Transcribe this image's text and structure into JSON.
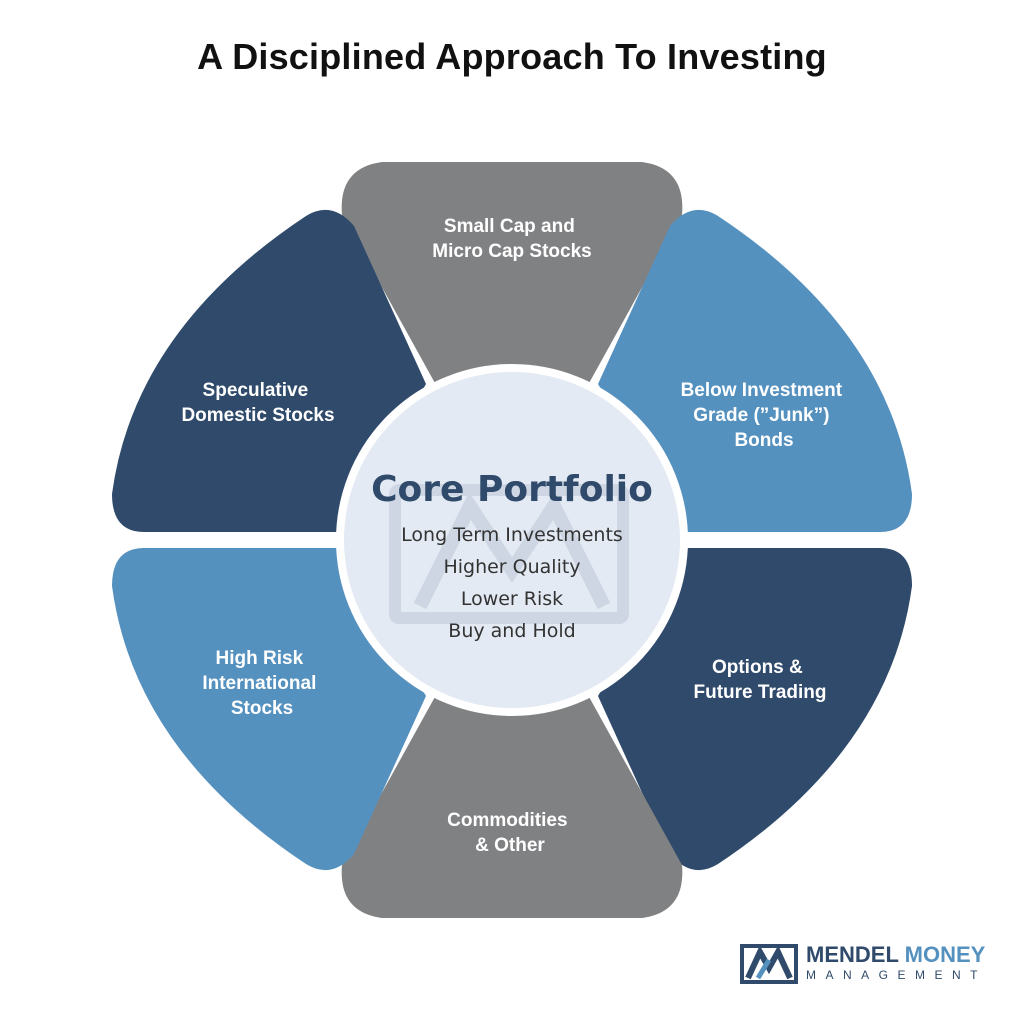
{
  "title": "A Disciplined Approach To Investing",
  "center": {
    "heading": "Core Portfolio",
    "items": [
      "Long Term Investments",
      "Higher Quality",
      "Lower Risk",
      "Buy and Hold"
    ]
  },
  "segments": [
    {
      "lines": [
        "Small Cap and",
        "Micro Cap Stocks"
      ],
      "color": "#808183"
    },
    {
      "lines": [
        "Below Investment",
        "Grade (”Junk”)",
        "Bonds"
      ],
      "color": "#5591bf"
    },
    {
      "lines": [
        "Options &",
        "Future Trading"
      ],
      "color": "#2f4a6b"
    },
    {
      "lines": [
        "Commodities",
        "& Other"
      ],
      "color": "#808183"
    },
    {
      "lines": [
        "High Risk",
        "International",
        "Stocks"
      ],
      "color": "#5591bf"
    },
    {
      "lines": [
        "Speculative",
        "Domestic Stocks"
      ],
      "color": "#2f4a6b"
    }
  ],
  "colors": {
    "center_fill": "#e4eaf3",
    "gray": "#808183",
    "light_blue": "#5591bf",
    "dark_blue": "#2f4a6b"
  },
  "logo": {
    "name_part1": "MENDEL",
    "name_part2": "MONEY",
    "subtitle": "MANAGEMENT",
    "icon": "mendel-money-logo-mark"
  }
}
